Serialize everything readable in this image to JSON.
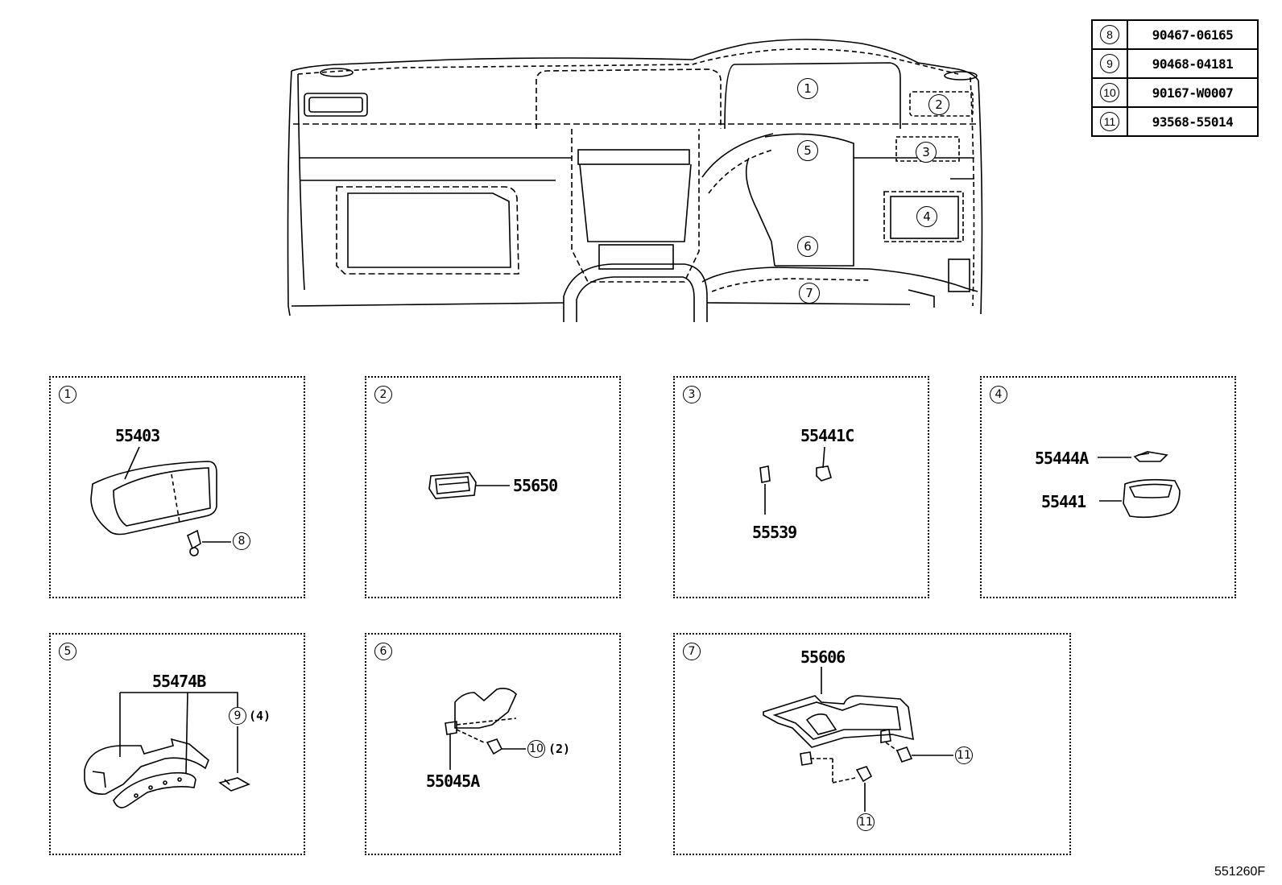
{
  "fastener_table": [
    {
      "ref": "8",
      "part": "90467-06165"
    },
    {
      "ref": "9",
      "part": "90468-04181"
    },
    {
      "ref": "10",
      "part": "90167-W0007"
    },
    {
      "ref": "11",
      "part": "93568-55014"
    }
  ],
  "overview_refs": [
    "1",
    "2",
    "3",
    "4",
    "5",
    "6",
    "7"
  ],
  "panels": [
    {
      "ref": "1",
      "parts": [
        "55403"
      ],
      "callouts": [
        "8"
      ]
    },
    {
      "ref": "2",
      "parts": [
        "55650"
      ],
      "callouts": []
    },
    {
      "ref": "3",
      "parts": [
        "55441C",
        "55539"
      ],
      "callouts": []
    },
    {
      "ref": "4",
      "parts": [
        "55444A",
        "55441"
      ],
      "callouts": []
    },
    {
      "ref": "5",
      "parts": [
        "55474B"
      ],
      "callouts": [
        "9"
      ],
      "qty": "(4)"
    },
    {
      "ref": "6",
      "parts": [
        "55045A"
      ],
      "callouts": [
        "10"
      ],
      "qty": "(2)"
    },
    {
      "ref": "7",
      "parts": [
        "55606"
      ],
      "callouts": [
        "11",
        "11"
      ]
    }
  ],
  "figure_code": "551260F"
}
